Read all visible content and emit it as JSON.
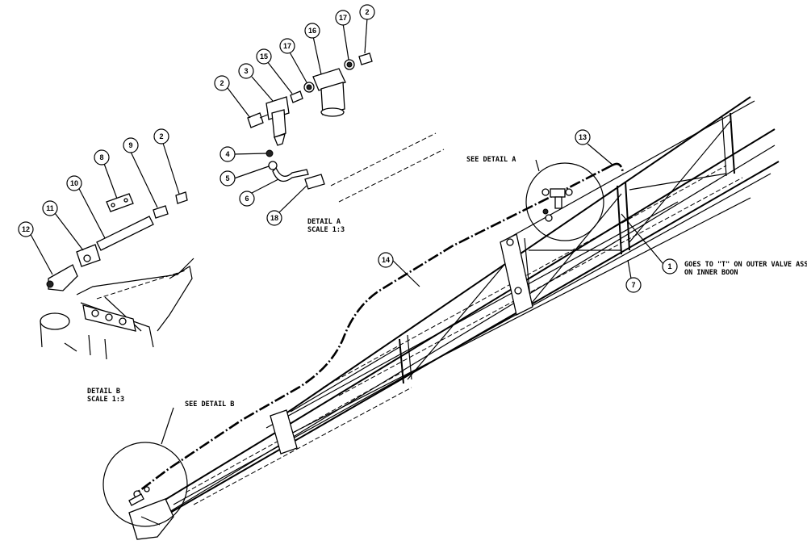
{
  "detail_a": {
    "title": "DETAIL  A",
    "scale": "SCALE  1:3"
  },
  "detail_b": {
    "title": "DETAIL  B",
    "scale": "SCALE  1:3"
  },
  "callouts": {
    "see_detail_a": "SEE DETAIL  A",
    "see_detail_b": "SEE DETAIL  B",
    "note_line1": "GOES TO \"T\" ON OUTER VALVE ASSY",
    "note_line2": "ON INNER BOON"
  },
  "balloons": {
    "b2a": "2",
    "b3": "3",
    "b15": "15",
    "b17a": "17",
    "b16": "16",
    "b17b": "17",
    "b2b": "2",
    "b4": "4",
    "b5": "5",
    "b6": "6",
    "b18": "18",
    "b8": "8",
    "b9": "9",
    "b2c": "2",
    "b10": "10",
    "b11": "11",
    "b12": "12",
    "b13": "13",
    "b14": "14",
    "b1": "1",
    "b7": "7"
  }
}
